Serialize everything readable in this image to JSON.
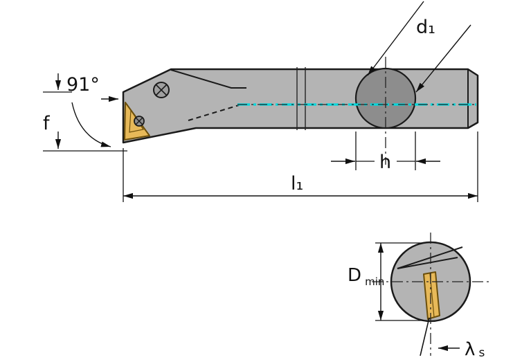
{
  "diagram": {
    "labels": {
      "angle": "91°",
      "f": "f",
      "d1": "d₁",
      "h": "h",
      "l1": "l₁",
      "D": "D",
      "D_sub": "min",
      "lambda": "λ",
      "lambda_sub": "s"
    },
    "colors": {
      "bar_fill": "#b4b4b4",
      "bar_shadow": "#8d8d8d",
      "outline": "#1a1a1a",
      "insert_fill": "#e7b959",
      "insert_outline": "#6b4e0a",
      "centerline": "#00d8dc"
    }
  }
}
